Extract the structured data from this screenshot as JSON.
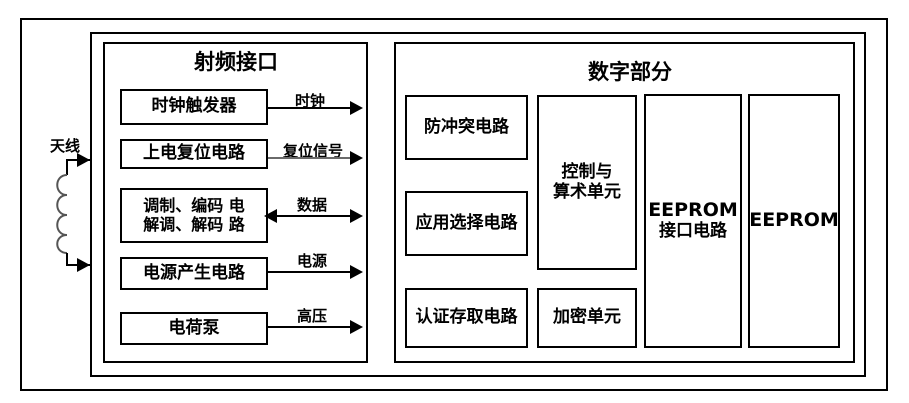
{
  "diagram": {
    "outer_frame_name": "chip-outer-frame",
    "antenna": {
      "label": "天线",
      "icon": "antenna-coil-icon"
    },
    "rf_section": {
      "title": "射频接口",
      "blocks": [
        {
          "label": "时钟触发器",
          "signal": "时钟",
          "arrow": "right"
        },
        {
          "label": "上电复位电路",
          "signal": "复位信号",
          "arrow": "right"
        },
        {
          "label_line1": "调制、编码 电",
          "label_line2": "解调、解码 路",
          "signal": "数据",
          "arrow": "both"
        },
        {
          "label": "电源产生电路",
          "signal": "电源",
          "arrow": "right"
        },
        {
          "label": "电荷泵",
          "signal": "高压",
          "arrow": "right"
        }
      ]
    },
    "digital_section": {
      "title": "数字部分",
      "column1": [
        {
          "label": "防冲突电路"
        },
        {
          "label": "应用选择电路"
        },
        {
          "label": "认证存取电路"
        }
      ],
      "column2": [
        {
          "label_line1": "控制与",
          "label_line2": "算术单元"
        },
        {
          "label": "加密单元"
        }
      ],
      "column3": {
        "label_line1": "EEPROM",
        "label_line2": "接口电路"
      },
      "column4": {
        "label": "EEPROM"
      }
    },
    "colors": {
      "stroke": "#000000",
      "background": "#ffffff"
    }
  }
}
